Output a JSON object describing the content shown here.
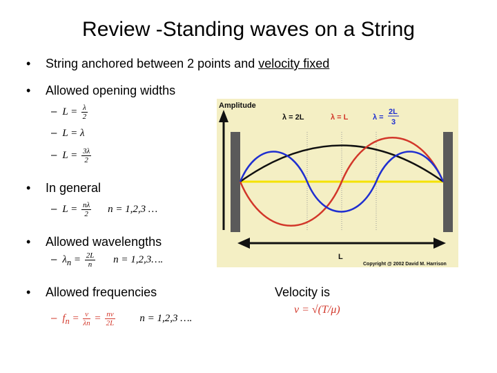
{
  "slide": {
    "title": "Review -Standing waves on a String",
    "bullets": {
      "b1": "String anchored between 2 points and ",
      "b1_ul": "velocity fixed",
      "b2": "Allowed opening widths",
      "b3": "In general",
      "b4": "Allowed wavelengths",
      "b5": "Allowed frequencies"
    },
    "subs": {
      "w1_lhs": "L =",
      "w1_num": "λ",
      "w1_den": "2",
      "w2": "L = λ",
      "w3_lhs": "L =",
      "w3_num": "3λ",
      "w3_den": "2",
      "g_lhs": "L =",
      "g_num": "nλ",
      "g_den": "2",
      "g_n": "n = 1,2,3 …",
      "wl_lhs": "λ",
      "wl_sub": "n",
      "wl_eq": " =",
      "wl_num": "2L",
      "wl_den": "n",
      "wl_n": "n = 1,2,3….",
      "f_lhs": "f",
      "f_sub": "n",
      "f_eq1": " =",
      "f_num1": "v",
      "f_den1": "λn",
      "f_eq2": "=",
      "f_num2": "nv",
      "f_den2": "2L",
      "f_n": "n = 1,2,3 …."
    },
    "velocity_label": "Velocity is",
    "velocity_formula": "v = √(T/μ)"
  },
  "figure": {
    "amplitude_label": "Amplitude",
    "lambda1": "λ = 2L",
    "lambda2": "λ = L",
    "lambda3_prefix": "λ =",
    "lambda3_num": "2L",
    "lambda3_den": "3",
    "length_label": "L",
    "copyright": "Copyright @ 2002 David M. Harrison",
    "colors": {
      "black": "#111111",
      "red": "#d2372a",
      "blue": "#1f2fd0",
      "yellow": "#f5e200",
      "bg": "#f4efc4",
      "post": "#555555"
    }
  }
}
